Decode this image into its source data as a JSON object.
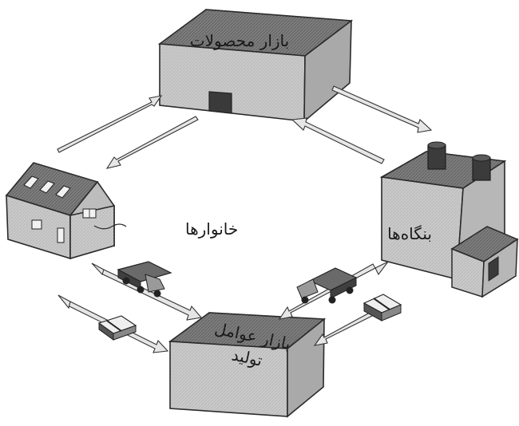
{
  "nodes": {
    "products_market": {
      "label": "بازار محصولات"
    },
    "households": {
      "label": "خانوارها"
    },
    "firms": {
      "label": "بنگاه‌ها"
    },
    "factors_market": {
      "label_line1": "بازار عوامل",
      "label_line2": "تولید"
    }
  },
  "colors": {
    "background": "#ffffff",
    "box_face": "#cfcfcf",
    "box_top": "#8a8a8a",
    "arrow_fill": "#e6e6e6",
    "outline": "#2a2a2a"
  },
  "icons": [
    "house-icon",
    "factory-icon",
    "truck-icon",
    "money-icon",
    "flow-arrow-icon"
  ]
}
